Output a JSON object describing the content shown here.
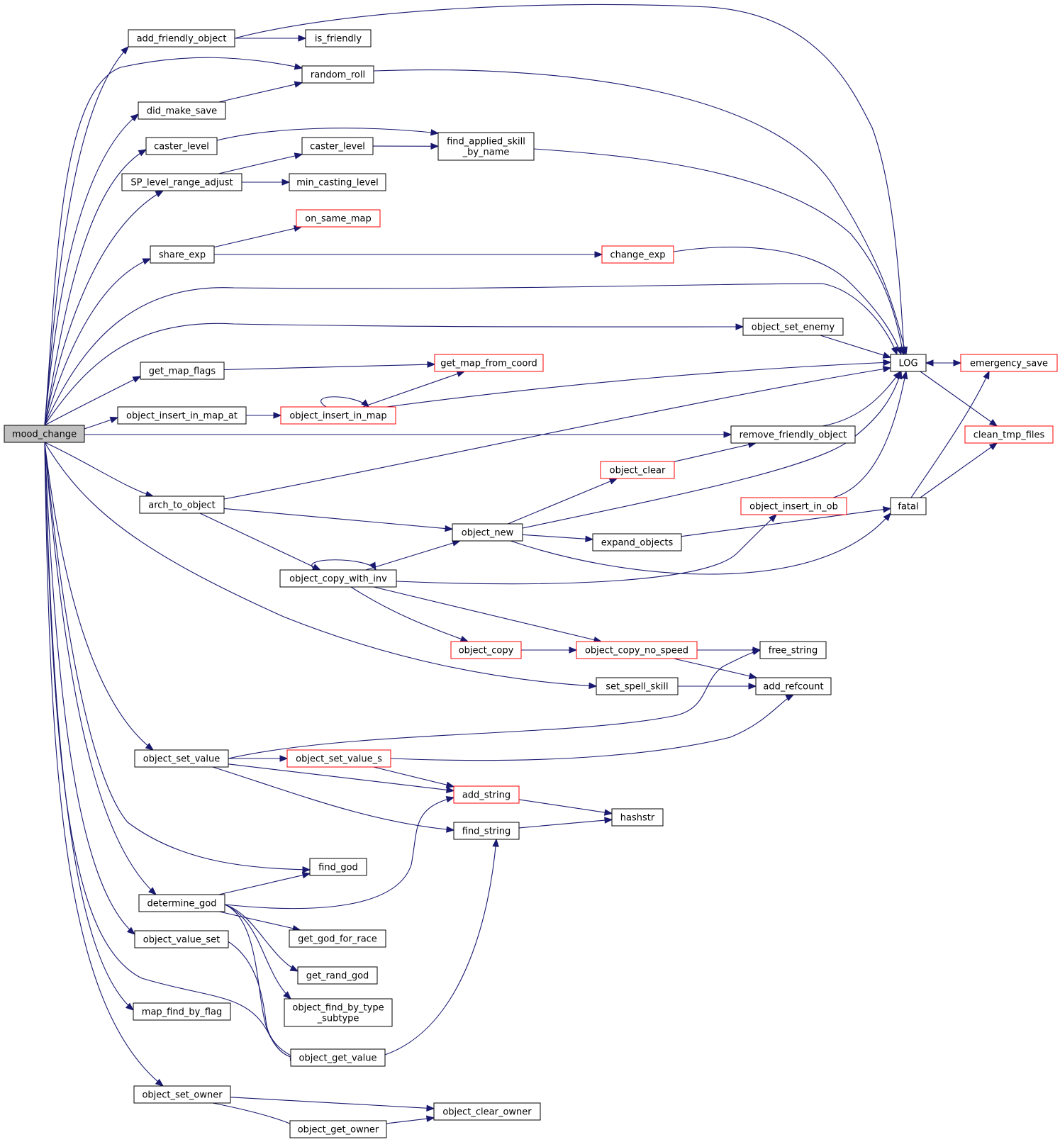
{
  "graph": {
    "nodes": [
      {
        "id": "mood_change",
        "lines": [
          "mood_change"
        ],
        "style": "root"
      },
      {
        "id": "add_friendly_object",
        "lines": [
          "add_friendly_object"
        ],
        "style": "normal"
      },
      {
        "id": "is_friendly",
        "lines": [
          "is_friendly"
        ],
        "style": "normal"
      },
      {
        "id": "random_roll",
        "lines": [
          "random_roll"
        ],
        "style": "normal"
      },
      {
        "id": "did_make_save",
        "lines": [
          "did_make_save"
        ],
        "style": "normal"
      },
      {
        "id": "caster_level_1",
        "lines": [
          "caster_level"
        ],
        "style": "normal"
      },
      {
        "id": "caster_level_2",
        "lines": [
          "caster_level"
        ],
        "style": "normal"
      },
      {
        "id": "find_applied_skill_by_name",
        "lines": [
          "find_applied_skill",
          "_by_name"
        ],
        "style": "normal"
      },
      {
        "id": "SP_level_range_adjust",
        "lines": [
          "SP_level_range_adjust"
        ],
        "style": "normal"
      },
      {
        "id": "min_casting_level",
        "lines": [
          "min_casting_level"
        ],
        "style": "normal"
      },
      {
        "id": "on_same_map",
        "lines": [
          "on_same_map"
        ],
        "style": "red"
      },
      {
        "id": "share_exp",
        "lines": [
          "share_exp"
        ],
        "style": "normal"
      },
      {
        "id": "change_exp",
        "lines": [
          "change_exp"
        ],
        "style": "red"
      },
      {
        "id": "object_set_enemy",
        "lines": [
          "object_set_enemy"
        ],
        "style": "normal"
      },
      {
        "id": "LOG",
        "lines": [
          "LOG"
        ],
        "style": "normal"
      },
      {
        "id": "emergency_save",
        "lines": [
          "emergency_save"
        ],
        "style": "red"
      },
      {
        "id": "get_map_flags",
        "lines": [
          "get_map_flags"
        ],
        "style": "normal"
      },
      {
        "id": "get_map_from_coord",
        "lines": [
          "get_map_from_coord"
        ],
        "style": "red"
      },
      {
        "id": "object_insert_in_map_at",
        "lines": [
          "object_insert_in_map_at"
        ],
        "style": "normal"
      },
      {
        "id": "object_insert_in_map",
        "lines": [
          "object_insert_in_map"
        ],
        "style": "red"
      },
      {
        "id": "remove_friendly_object",
        "lines": [
          "remove_friendly_object"
        ],
        "style": "normal"
      },
      {
        "id": "clean_tmp_files",
        "lines": [
          "clean_tmp_files"
        ],
        "style": "red"
      },
      {
        "id": "object_clear",
        "lines": [
          "object_clear"
        ],
        "style": "red"
      },
      {
        "id": "arch_to_object",
        "lines": [
          "arch_to_object"
        ],
        "style": "normal"
      },
      {
        "id": "object_insert_in_ob",
        "lines": [
          "object_insert_in_ob"
        ],
        "style": "red"
      },
      {
        "id": "fatal",
        "lines": [
          "fatal"
        ],
        "style": "normal"
      },
      {
        "id": "object_new",
        "lines": [
          "object_new"
        ],
        "style": "normal"
      },
      {
        "id": "expand_objects",
        "lines": [
          "expand_objects"
        ],
        "style": "normal"
      },
      {
        "id": "object_copy_with_inv",
        "lines": [
          "object_copy_with_inv"
        ],
        "style": "normal"
      },
      {
        "id": "object_copy",
        "lines": [
          "object_copy"
        ],
        "style": "red"
      },
      {
        "id": "object_copy_no_speed",
        "lines": [
          "object_copy_no_speed"
        ],
        "style": "red"
      },
      {
        "id": "free_string",
        "lines": [
          "free_string"
        ],
        "style": "normal"
      },
      {
        "id": "set_spell_skill",
        "lines": [
          "set_spell_skill"
        ],
        "style": "normal"
      },
      {
        "id": "add_refcount",
        "lines": [
          "add_refcount"
        ],
        "style": "normal"
      },
      {
        "id": "object_set_value",
        "lines": [
          "object_set_value"
        ],
        "style": "normal"
      },
      {
        "id": "object_set_value_s",
        "lines": [
          "object_set_value_s"
        ],
        "style": "red"
      },
      {
        "id": "add_string",
        "lines": [
          "add_string"
        ],
        "style": "red"
      },
      {
        "id": "hashstr",
        "lines": [
          "hashstr"
        ],
        "style": "normal"
      },
      {
        "id": "find_string",
        "lines": [
          "find_string"
        ],
        "style": "normal"
      },
      {
        "id": "find_god",
        "lines": [
          "find_god"
        ],
        "style": "normal"
      },
      {
        "id": "determine_god",
        "lines": [
          "determine_god"
        ],
        "style": "normal"
      },
      {
        "id": "get_god_for_race",
        "lines": [
          "get_god_for_race"
        ],
        "style": "normal"
      },
      {
        "id": "object_value_set",
        "lines": [
          "object_value_set"
        ],
        "style": "normal"
      },
      {
        "id": "get_rand_god",
        "lines": [
          "get_rand_god"
        ],
        "style": "normal"
      },
      {
        "id": "map_find_by_flag",
        "lines": [
          "map_find_by_flag"
        ],
        "style": "normal"
      },
      {
        "id": "object_find_by_type_subtype",
        "lines": [
          "object_find_by_type",
          "_subtype"
        ],
        "style": "normal"
      },
      {
        "id": "object_get_value",
        "lines": [
          "object_get_value"
        ],
        "style": "normal"
      },
      {
        "id": "object_set_owner",
        "lines": [
          "object_set_owner"
        ],
        "style": "normal"
      },
      {
        "id": "object_clear_owner",
        "lines": [
          "object_clear_owner"
        ],
        "style": "normal"
      },
      {
        "id": "object_get_owner",
        "lines": [
          "object_get_owner"
        ],
        "style": "normal"
      }
    ],
    "edges": [
      {
        "from": "mood_change",
        "to": "add_friendly_object"
      },
      {
        "from": "mood_change",
        "to": "random_roll"
      },
      {
        "from": "mood_change",
        "to": "did_make_save"
      },
      {
        "from": "mood_change",
        "to": "caster_level_1"
      },
      {
        "from": "mood_change",
        "to": "SP_level_range_adjust"
      },
      {
        "from": "mood_change",
        "to": "share_exp"
      },
      {
        "from": "mood_change",
        "to": "LOG"
      },
      {
        "from": "mood_change",
        "to": "object_set_enemy"
      },
      {
        "from": "mood_change",
        "to": "get_map_flags"
      },
      {
        "from": "mood_change",
        "to": "object_insert_in_map_at"
      },
      {
        "from": "mood_change",
        "to": "remove_friendly_object"
      },
      {
        "from": "mood_change",
        "to": "arch_to_object"
      },
      {
        "from": "mood_change",
        "to": "set_spell_skill"
      },
      {
        "from": "mood_change",
        "to": "object_set_value"
      },
      {
        "from": "mood_change",
        "to": "find_god"
      },
      {
        "from": "mood_change",
        "to": "determine_god"
      },
      {
        "from": "mood_change",
        "to": "object_value_set"
      },
      {
        "from": "mood_change",
        "to": "map_find_by_flag"
      },
      {
        "from": "mood_change",
        "to": "object_get_value"
      },
      {
        "from": "mood_change",
        "to": "object_set_owner"
      },
      {
        "from": "add_friendly_object",
        "to": "is_friendly"
      },
      {
        "from": "add_friendly_object",
        "to": "LOG"
      },
      {
        "from": "random_roll",
        "to": "LOG"
      },
      {
        "from": "did_make_save",
        "to": "random_roll"
      },
      {
        "from": "caster_level_1",
        "to": "find_applied_skill_by_name"
      },
      {
        "from": "SP_level_range_adjust",
        "to": "caster_level_2"
      },
      {
        "from": "SP_level_range_adjust",
        "to": "min_casting_level"
      },
      {
        "from": "caster_level_2",
        "to": "find_applied_skill_by_name"
      },
      {
        "from": "find_applied_skill_by_name",
        "to": "LOG"
      },
      {
        "from": "share_exp",
        "to": "on_same_map"
      },
      {
        "from": "share_exp",
        "to": "change_exp"
      },
      {
        "from": "change_exp",
        "to": "LOG"
      },
      {
        "from": "object_set_enemy",
        "to": "LOG"
      },
      {
        "from": "LOG",
        "to": "emergency_save"
      },
      {
        "from": "LOG",
        "to": "clean_tmp_files"
      },
      {
        "from": "emergency_save",
        "to": "LOG"
      },
      {
        "from": "get_map_flags",
        "to": "get_map_from_coord"
      },
      {
        "from": "object_insert_in_map_at",
        "to": "object_insert_in_map"
      },
      {
        "from": "object_insert_in_map",
        "to": "object_insert_in_map"
      },
      {
        "from": "object_insert_in_map",
        "to": "get_map_from_coord"
      },
      {
        "from": "object_insert_in_map",
        "to": "LOG"
      },
      {
        "from": "remove_friendly_object",
        "to": "LOG"
      },
      {
        "from": "fatal",
        "to": "emergency_save"
      },
      {
        "from": "fatal",
        "to": "clean_tmp_files"
      },
      {
        "from": "arch_to_object",
        "to": "LOG"
      },
      {
        "from": "arch_to_object",
        "to": "object_new"
      },
      {
        "from": "arch_to_object",
        "to": "object_copy_with_inv"
      },
      {
        "from": "object_new",
        "to": "object_clear"
      },
      {
        "from": "object_new",
        "to": "LOG"
      },
      {
        "from": "object_new",
        "to": "expand_objects"
      },
      {
        "from": "object_new",
        "to": "fatal"
      },
      {
        "from": "object_clear",
        "to": "remove_friendly_object"
      },
      {
        "from": "object_insert_in_ob",
        "to": "LOG"
      },
      {
        "from": "expand_objects",
        "to": "fatal"
      },
      {
        "from": "object_copy_with_inv",
        "to": "object_copy_with_inv"
      },
      {
        "from": "object_copy_with_inv",
        "to": "object_new"
      },
      {
        "from": "object_copy_with_inv",
        "to": "object_insert_in_ob"
      },
      {
        "from": "object_copy_with_inv",
        "to": "object_copy"
      },
      {
        "from": "object_copy_with_inv",
        "to": "object_copy_no_speed"
      },
      {
        "from": "object_copy",
        "to": "object_copy_no_speed"
      },
      {
        "from": "object_copy_no_speed",
        "to": "free_string"
      },
      {
        "from": "object_copy_no_speed",
        "to": "add_refcount"
      },
      {
        "from": "set_spell_skill",
        "to": "add_refcount"
      },
      {
        "from": "object_set_value",
        "to": "free_string"
      },
      {
        "from": "object_set_value",
        "to": "object_set_value_s"
      },
      {
        "from": "object_set_value",
        "to": "add_string"
      },
      {
        "from": "object_set_value",
        "to": "find_string"
      },
      {
        "from": "object_set_value_s",
        "to": "add_refcount"
      },
      {
        "from": "object_set_value_s",
        "to": "add_string"
      },
      {
        "from": "add_string",
        "to": "hashstr"
      },
      {
        "from": "find_string",
        "to": "hashstr"
      },
      {
        "from": "determine_god",
        "to": "find_god"
      },
      {
        "from": "determine_god",
        "to": "add_string"
      },
      {
        "from": "determine_god",
        "to": "get_god_for_race"
      },
      {
        "from": "determine_god",
        "to": "get_rand_god"
      },
      {
        "from": "determine_god",
        "to": "object_find_by_type_subtype"
      },
      {
        "from": "determine_god",
        "to": "object_get_value"
      },
      {
        "from": "object_value_set",
        "to": "object_get_value"
      },
      {
        "from": "object_get_value",
        "to": "find_string"
      },
      {
        "from": "object_set_owner",
        "to": "object_clear_owner"
      },
      {
        "from": "object_set_owner",
        "to": "object_get_owner"
      },
      {
        "from": "object_get_owner",
        "to": "object_clear_owner"
      }
    ]
  }
}
